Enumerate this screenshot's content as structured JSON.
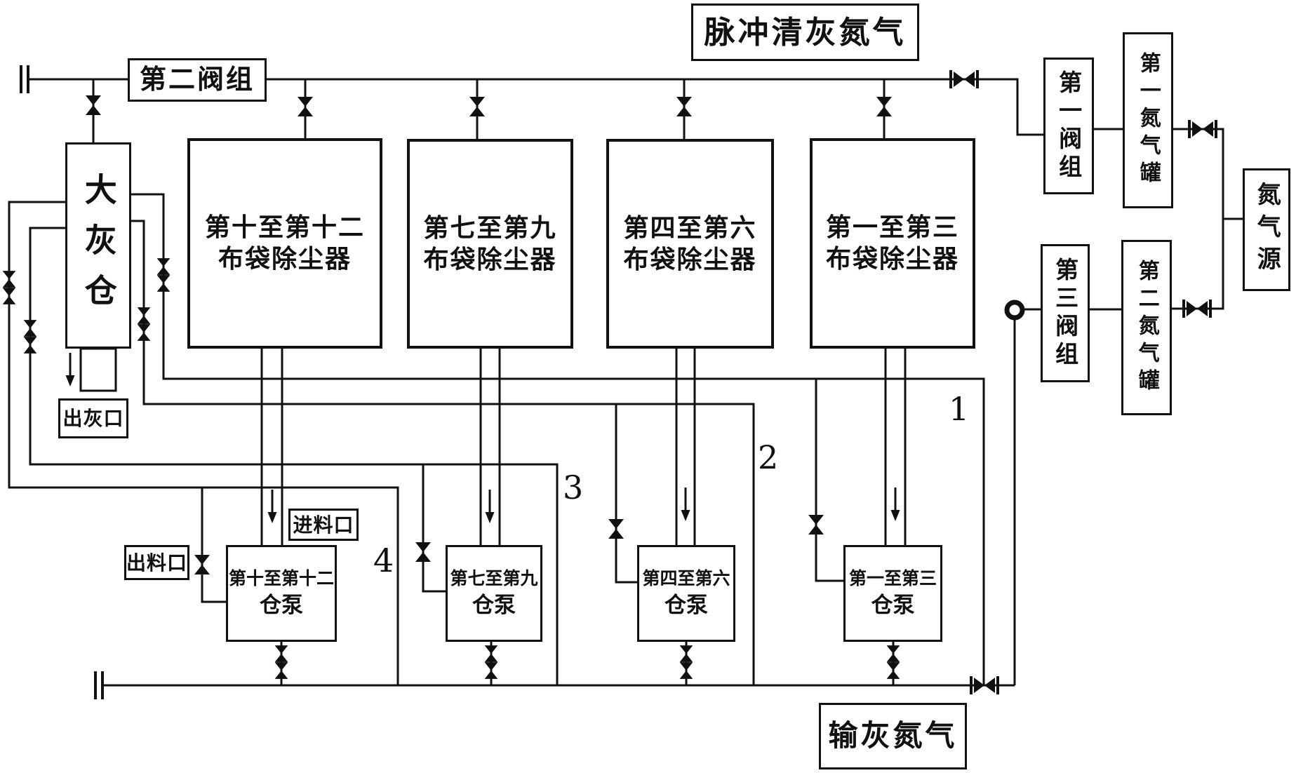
{
  "colors": {
    "ink": "#111111",
    "paper": "#ffffff"
  },
  "pulse_nitrogen_label": "脉冲清灰氮气",
  "transport_nitrogen_label": "输灰氮气",
  "valve_groups": {
    "first": "第一阀组",
    "second": "第二阀组",
    "third": "第三阀组"
  },
  "nitrogen": {
    "tank1": "第一氮气罐",
    "tank2": "第二氮气罐",
    "source": "氮气源"
  },
  "silo": {
    "label": "大灰仓",
    "ash_outlet": "出灰口"
  },
  "ports": {
    "feed_inlet": "进料口",
    "discharge_outlet": "出料口"
  },
  "collectors": [
    {
      "range": "第十至第十二",
      "device": "布袋除尘器"
    },
    {
      "range": "第七至第九",
      "device": "布袋除尘器"
    },
    {
      "range": "第四至第六",
      "device": "布袋除尘器"
    },
    {
      "range": "第一至第三",
      "device": "布袋除尘器"
    }
  ],
  "pumps": [
    {
      "range": "第十至第十二",
      "device": "仓泵"
    },
    {
      "range": "第七至第九",
      "device": "仓泵"
    },
    {
      "range": "第四至第六",
      "device": "仓泵"
    },
    {
      "range": "第一至第三",
      "device": "仓泵"
    }
  ],
  "line_numbers": [
    "1",
    "2",
    "3",
    "4"
  ]
}
